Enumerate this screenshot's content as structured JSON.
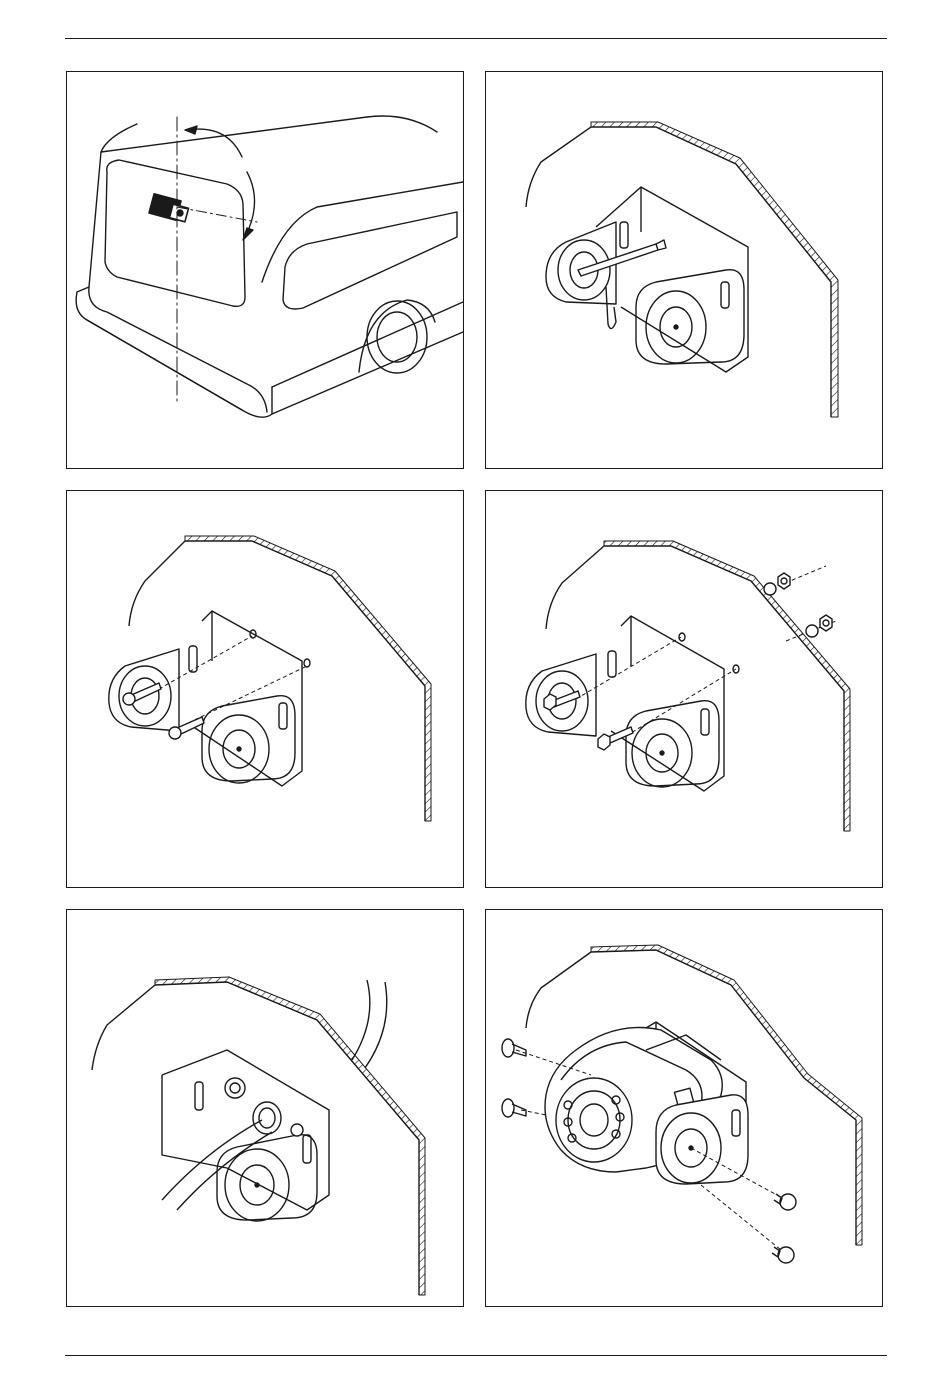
{
  "page": {
    "panels": [
      {
        "id": "vehicle-mounting-position",
        "icon": "van-rear-camera-icon"
      },
      {
        "id": "drill-holes",
        "icon": "drill-bracket-icon"
      },
      {
        "id": "screw-fixing",
        "icon": "screw-bracket-icon"
      },
      {
        "id": "bolt-nut-fixing",
        "icon": "bolt-nut-bracket-icon"
      },
      {
        "id": "cable-routing",
        "icon": "cable-bracket-icon"
      },
      {
        "id": "camera-attachment",
        "icon": "camera-bracket-icon"
      }
    ]
  }
}
